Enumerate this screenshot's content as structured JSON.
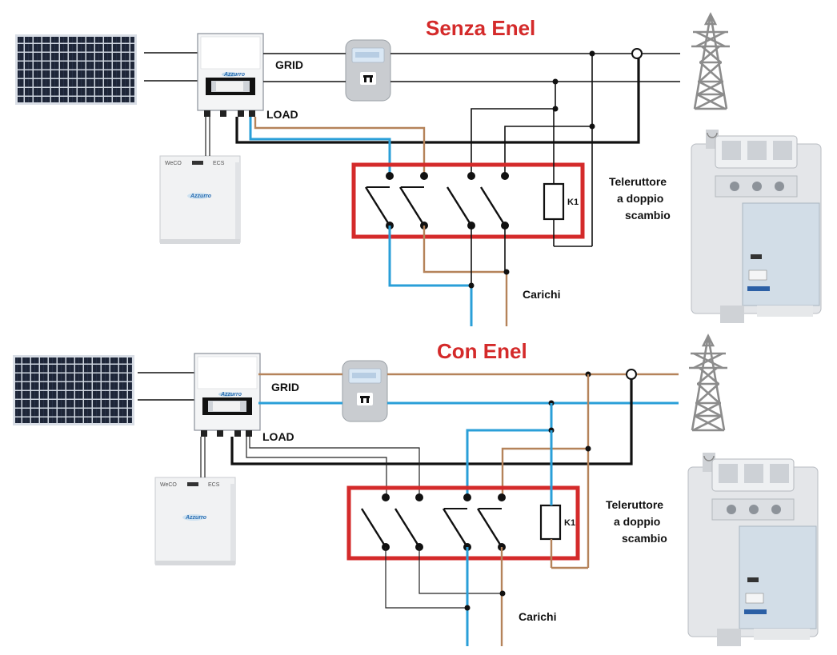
{
  "diagrams": [
    {
      "title": "Senza Enel",
      "grid_label": "GRID",
      "load_label": "LOAD",
      "relay_label": "K1",
      "contactor_caption": [
        "Teleruttore",
        "a doppio",
        "scambio"
      ],
      "loads_label": "Carichi"
    },
    {
      "title": "Con Enel",
      "grid_label": "GRID",
      "load_label": "LOAD",
      "relay_label": "K1",
      "contactor_caption": [
        "Teleruttore",
        "a doppio",
        "scambio"
      ],
      "loads_label": "Carichi"
    }
  ],
  "colors": {
    "title": "#d42a2a",
    "contactor_box": "#d42a2a",
    "wire_blue": "#2a9fd8",
    "wire_brown": "#b5835a",
    "wire_black": "#111111"
  },
  "icons": [
    "solar-panel-icon",
    "inverter-icon",
    "battery-icon",
    "meter-icon",
    "power-pylon-icon",
    "contactor-icon"
  ]
}
